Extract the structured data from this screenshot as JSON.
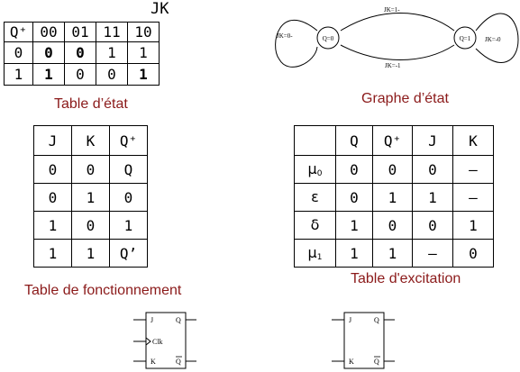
{
  "state_table": {
    "corner_label": "JK",
    "header": [
      "Q⁺",
      "00",
      "01",
      "11",
      "10"
    ],
    "rows": [
      [
        "0",
        "0",
        "0",
        "1",
        "1"
      ],
      [
        "1",
        "1",
        "0",
        "0",
        "1"
      ]
    ],
    "caption": "Table d’état"
  },
  "state_graph": {
    "node_q0": "Q=0",
    "node_q1": "Q=1",
    "loop_q0": "JK=0-",
    "loop_q1": "JK=-0",
    "edge_top": "JK=1-",
    "edge_bottom": "JK=-1",
    "caption": "Graphe d’état"
  },
  "function_table": {
    "header": [
      "J",
      "K",
      "Q⁺"
    ],
    "rows": [
      [
        "0",
        "0",
        "Q"
      ],
      [
        "0",
        "1",
        "0"
      ],
      [
        "1",
        "0",
        "1"
      ],
      [
        "1",
        "1",
        "Q’"
      ]
    ],
    "caption": "Table de fonctionnement"
  },
  "excitation_table": {
    "header": [
      "",
      "Q",
      "Q⁺",
      "J",
      "K"
    ],
    "row_labels": [
      {
        "sym": "μ",
        "sub": "0"
      },
      {
        "sym": "ε",
        "sub": ""
      },
      {
        "sym": "δ",
        "sub": ""
      },
      {
        "sym": "μ",
        "sub": "1"
      }
    ],
    "rows": [
      [
        "0",
        "0",
        "0",
        "–"
      ],
      [
        "0",
        "1",
        "1",
        "–"
      ],
      [
        "1",
        "0",
        "0",
        "1"
      ],
      [
        "1",
        "1",
        "–",
        "0"
      ]
    ],
    "caption": "Table d'excitation"
  },
  "flipflop_clocked": {
    "j": "J",
    "k": "K",
    "q": "Q",
    "qbar": "Q",
    "clk": "Clk"
  },
  "flipflop_plain": {
    "j": "J",
    "k": "K",
    "q": "Q",
    "qbar": "Q"
  }
}
